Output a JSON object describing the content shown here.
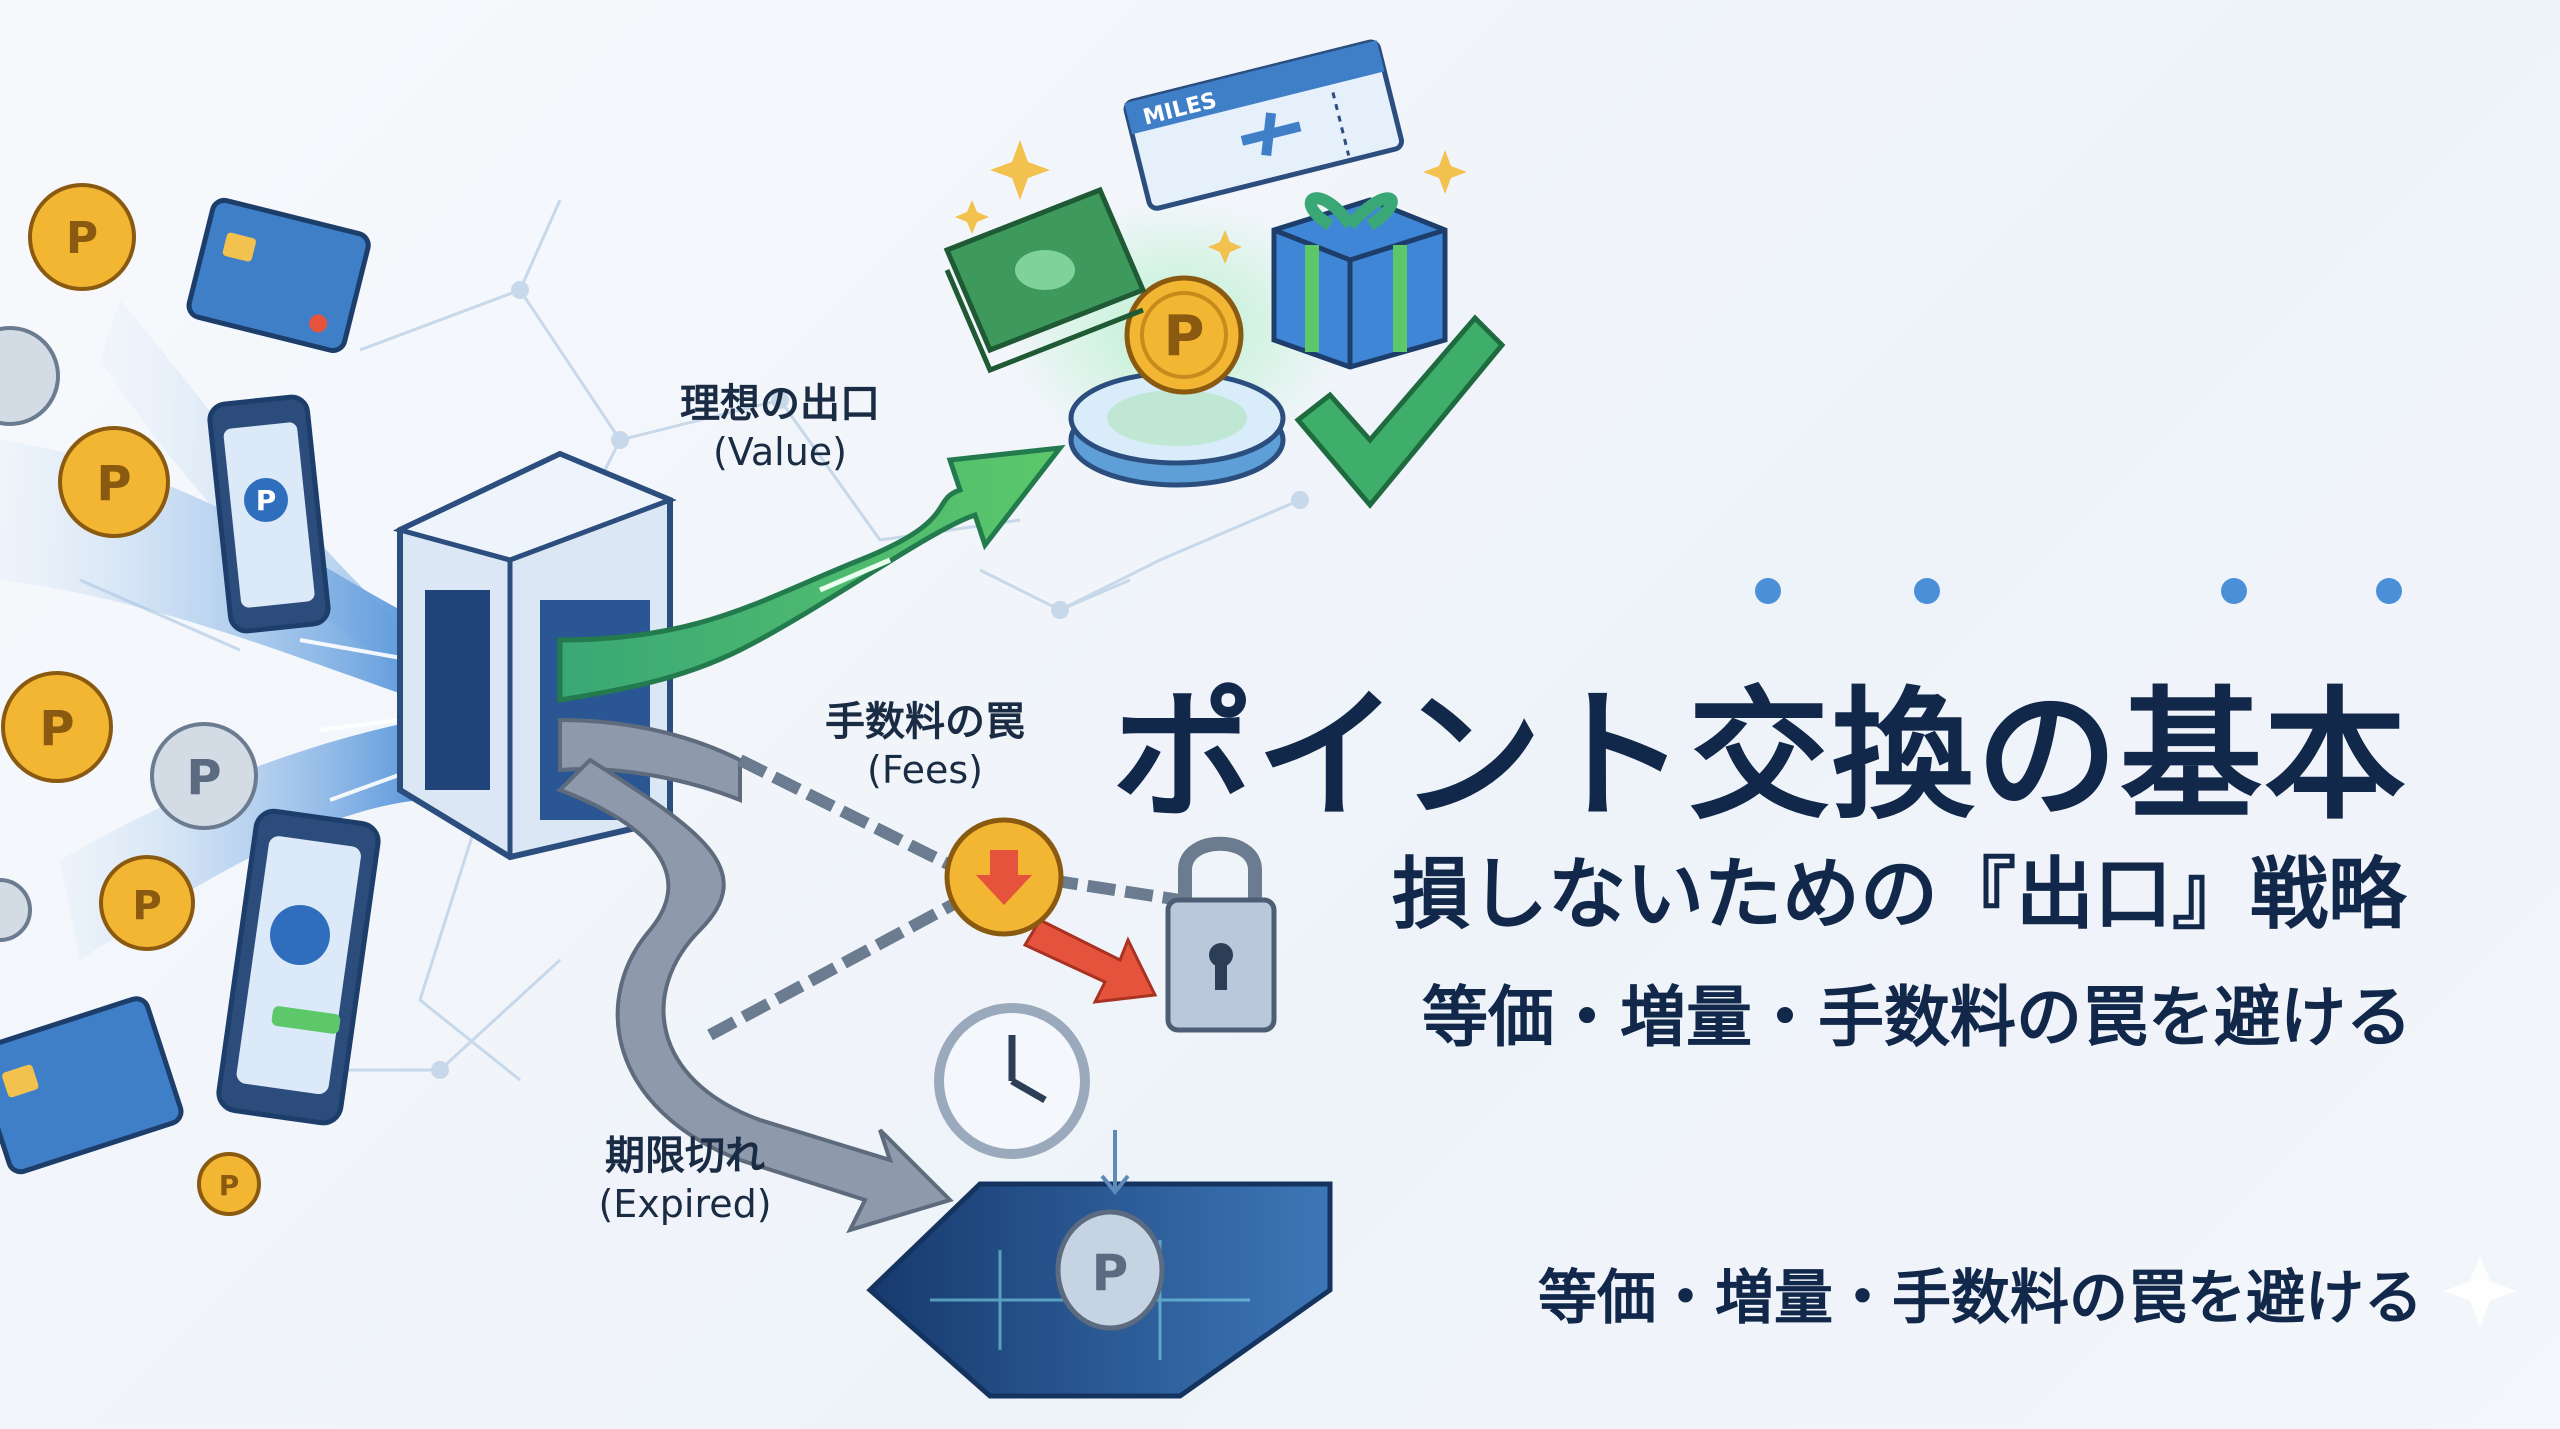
{
  "headline": {
    "title": "ポイント交換の基本",
    "subtitle": "損しないための『出口』戦略",
    "tagline": "等価・増量・手数料の罠を避ける",
    "footer_tagline": "等価・増量・手数料の罠を避ける"
  },
  "paths": [
    {
      "label": "理想の出口",
      "english": "(Value)"
    },
    {
      "label": "手数料の罠",
      "english": "(Fees)"
    },
    {
      "label": "期限切れ",
      "english": "(Expired)"
    }
  ],
  "illustration": {
    "ticket_text": "MILES",
    "coin_letter": "P"
  },
  "colors": {
    "title": "#12284a",
    "accent_blue": "#4a90d9",
    "value_green": "#3fae6a",
    "fee_red": "#e5533d",
    "coin_gold": "#f2b632"
  }
}
